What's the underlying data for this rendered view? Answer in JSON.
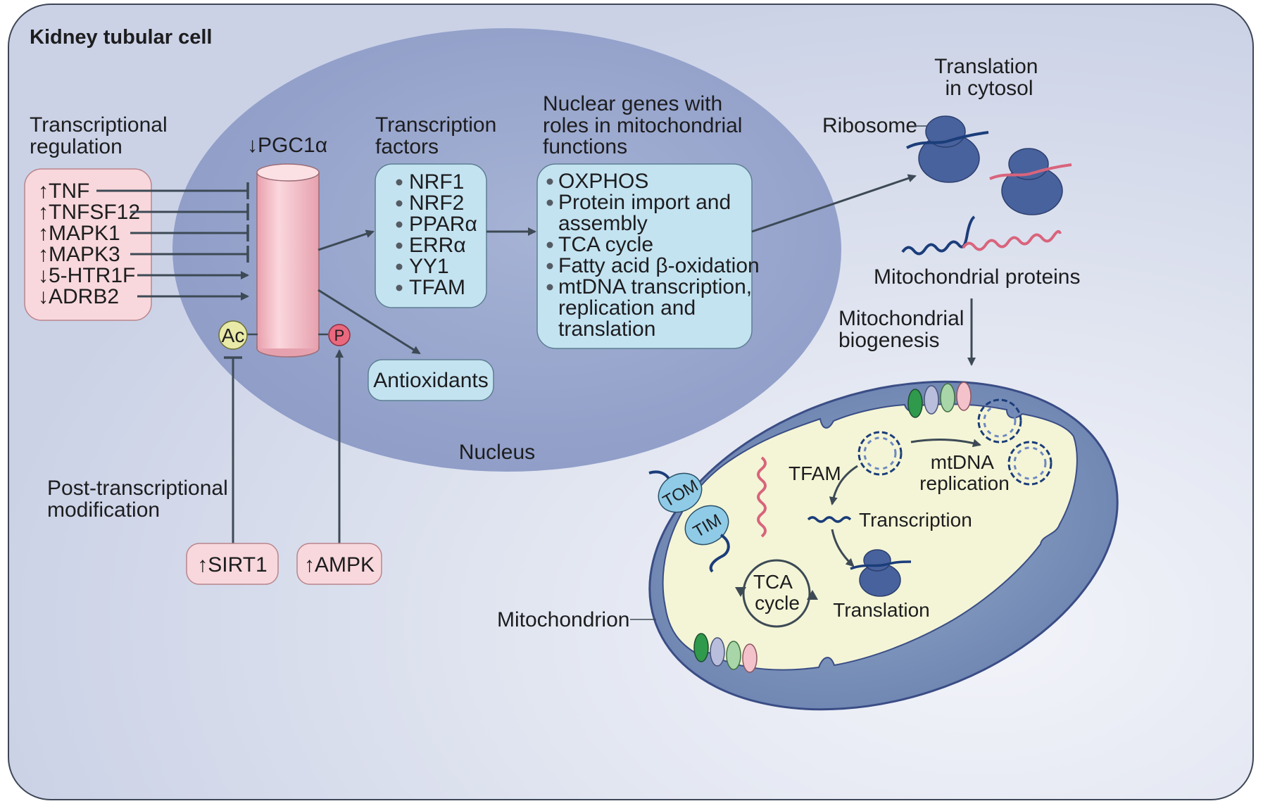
{
  "cell_title": "Kidney tubular cell",
  "sections": {
    "transcriptional_regulation": [
      "Transcriptional",
      "regulation"
    ],
    "post_transcriptional": [
      "Post-transcriptional",
      "modification"
    ],
    "transcription_factors_title": [
      "Transcription",
      "factors"
    ],
    "nuclear_genes_title": [
      "Nuclear genes with",
      "roles in mitochondrial",
      "functions"
    ],
    "translation_cytosol": [
      "Translation",
      "in cytosol"
    ],
    "mito_biogenesis": [
      "Mitochondrial",
      "biogenesis"
    ]
  },
  "regulators": [
    {
      "arrow": "↑",
      "name": "TNF",
      "effect": "inhibit"
    },
    {
      "arrow": "↑",
      "name": "TNFSF12",
      "effect": "inhibit"
    },
    {
      "arrow": "↑",
      "name": "MAPK1",
      "effect": "inhibit"
    },
    {
      "arrow": "↑",
      "name": "MAPK3",
      "effect": "inhibit"
    },
    {
      "arrow": "↓",
      "name": "5-HTR1F",
      "effect": "activate"
    },
    {
      "arrow": "↓",
      "name": "ADRB2",
      "effect": "activate"
    }
  ],
  "pgc1a_label": "↓PGC1α",
  "modifications": {
    "acetyl": "Ac",
    "phospho": "P"
  },
  "post_regulators": {
    "sirt1": "↑SIRT1",
    "ampk": "↑AMPK"
  },
  "transcription_factors": [
    "NRF1",
    "NRF2",
    "PPARα",
    "ERRα",
    "YY1",
    "TFAM"
  ],
  "nuclear_genes": [
    [
      "OXPHOS"
    ],
    [
      "Protein import and",
      "assembly"
    ],
    [
      "TCA cycle"
    ],
    [
      "Fatty acid β-oxidation"
    ],
    [
      "mtDNA transcription,",
      "replication and",
      "translation"
    ]
  ],
  "antioxidants": "Antioxidants",
  "nucleus_label": "Nucleus",
  "ribosome_label": "Ribosome",
  "mito_proteins_label": "Mitochondrial proteins",
  "mitochondrion_label": "Mitochondrion",
  "mito_inner": {
    "tom": "TOM",
    "tim": "TIM",
    "tfam": "TFAM",
    "mtdna_replication": [
      "mtDNA",
      "replication"
    ],
    "transcription": "Transcription",
    "translation": "Translation",
    "tca": [
      "TCA",
      "cycle"
    ]
  },
  "colors": {
    "cell_bg": "#d9deec",
    "nucleus": "#9eabcf",
    "pink_box": "#f8d8dc",
    "pink_border": "#b9848c",
    "blue_box": "#c4e3f1",
    "blue_border": "#5d7f93",
    "arrow": "#3d4a55",
    "ribosome": "#48629d",
    "pink_strand": "#d8647c",
    "navy_strand": "#1b3d7a",
    "mito_outer": "#4a5d94",
    "mito_inner": "#f4f5d6"
  }
}
